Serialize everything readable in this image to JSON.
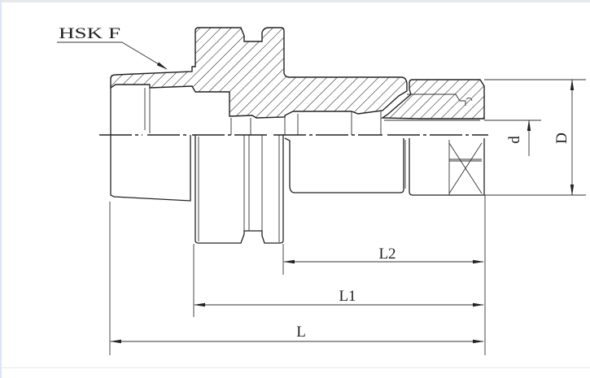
{
  "drawing": {
    "callout_label": "HSK F",
    "dimensions": {
      "overall_length": "L",
      "length_from_flange": "L1",
      "length_from_shoulder": "L2",
      "bore_diameter": "d",
      "outer_diameter": "D"
    },
    "line_color": "#222222"
  }
}
